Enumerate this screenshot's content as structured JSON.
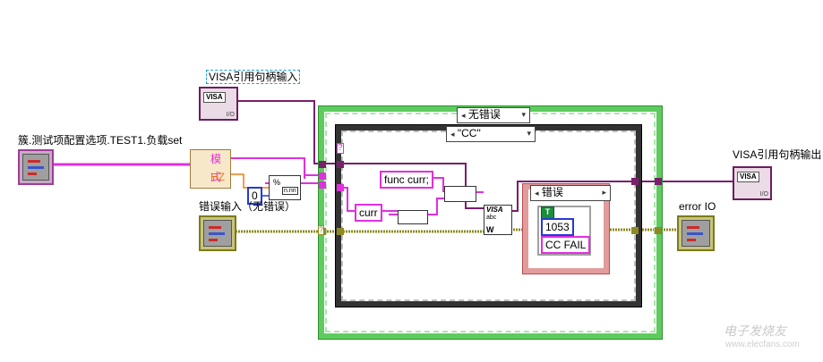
{
  "labels": {
    "visa_in": "VISA引用句柄输入",
    "visa_out": "VISA引用句柄输出",
    "cluster": "簇.测试项配置选项.TEST1.负载set",
    "error_in": "错误输入（无错误）",
    "error_out": "error IO"
  },
  "unbundle": {
    "mode": "模式",
    "hz": "HZ"
  },
  "cases": {
    "outer_selector": "无错误",
    "inner_selector": "\"CC\"",
    "error_selector": "错误"
  },
  "constants": {
    "zero": "0",
    "func_curr": "func curr;",
    "curr": "curr",
    "code": "1053",
    "message": "CC FAIL",
    "bool_true": "T"
  },
  "icon_text": {
    "visa": "VISA",
    "io": "I/O",
    "visa_write_top": "VISA",
    "visa_write_mid": "abc",
    "visa_write_bottom": "W",
    "unknown": "?"
  },
  "watermark": {
    "main": "电子发烧友",
    "sub": "www.elecfans.com"
  },
  "colors": {
    "visa_wire": "#7a1e6e",
    "string_wire": "#e22fe0",
    "error_wire": "#8e8a22",
    "numeric_wire": "#f07a19",
    "outer_case": "#5ecb5e",
    "error_case": "#e29c9c"
  }
}
